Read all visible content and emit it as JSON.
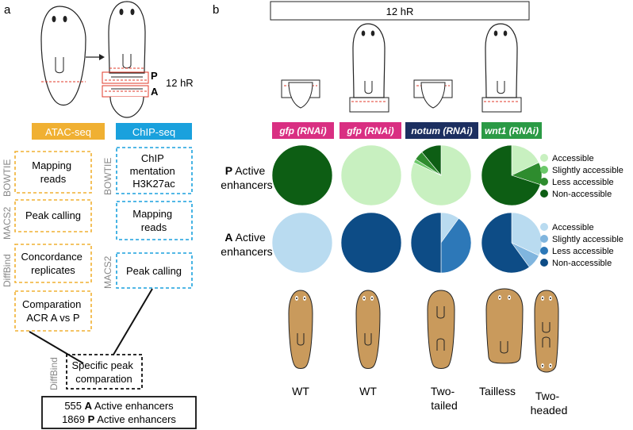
{
  "panel_a": {
    "label": "a",
    "time": "12 hR",
    "cut_labels": [
      "P",
      "A"
    ],
    "atac": {
      "title": "ATAC-seq",
      "color": "#f0b032",
      "tools": [
        "BOWTIE",
        "MACS2",
        "DiffBind"
      ],
      "steps": [
        [
          "Mapping",
          "reads"
        ],
        [
          "Peak calling"
        ],
        [
          "Concordance",
          "replicates"
        ],
        [
          "Comparation",
          "ACR A vs P"
        ]
      ]
    },
    "chip": {
      "title": "ChIP-seq",
      "color": "#1aa1dd",
      "tools": [
        "BOWTIE",
        "MACS2"
      ],
      "steps": [
        [
          "ChIP",
          "mentation",
          "H3K27ac"
        ],
        [
          "Mapping",
          "reads"
        ],
        [
          "Peak calling"
        ]
      ]
    },
    "final": {
      "tool": "DiffBind",
      "step": [
        "Specific peak",
        "comparation"
      ],
      "results": [
        {
          "number": "555",
          "bold": "A",
          "rest": "Active enhancers"
        },
        {
          "number": "1869",
          "bold": "P",
          "rest": "Active enhancers"
        }
      ]
    }
  },
  "panel_b": {
    "label": "b",
    "time": "12 hR",
    "conditions": [
      {
        "gene": "gfp",
        "suffix": "(RNAi)",
        "color": "#d92f82",
        "fragment": "tail"
      },
      {
        "gene": "gfp",
        "suffix": "(RNAi)",
        "color": "#d92f82",
        "fragment": "head"
      },
      {
        "gene": "notum",
        "suffix": "(RNAi)",
        "color": "#1c2f60",
        "fragment": "tail"
      },
      {
        "gene": "wnt1",
        "suffix": "(RNAi)",
        "color": "#2a9a45",
        "fragment": "head"
      }
    ],
    "rows": [
      {
        "bold": "P",
        "label_line1": "Active",
        "label_line2": "enhancers",
        "colors": [
          "#c8f0c0",
          "#6cc86a",
          "#2e8c2e",
          "#0d5e14"
        ],
        "legend": [
          "Accessible",
          "Slightly accessible",
          "Less accessible",
          "Non-accessible"
        ],
        "pies": [
          [
            0,
            0,
            0,
            100
          ],
          [
            100,
            0,
            0,
            0
          ],
          [
            82,
            2,
            5,
            11
          ],
          [
            18,
            0,
            12,
            70
          ]
        ]
      },
      {
        "bold": "A",
        "label_line1": "Active",
        "label_line2": "enhancers",
        "colors": [
          "#b9dbf0",
          "#80b5de",
          "#2d78b8",
          "#0d4c86"
        ],
        "legend": [
          "Accessible",
          "Slightly accessible",
          "Less accessible",
          "Non-accessible"
        ],
        "pies": [
          [
            100,
            0,
            0,
            0
          ],
          [
            0,
            0,
            0,
            100
          ],
          [
            10,
            0,
            40,
            50
          ],
          [
            32,
            8,
            0,
            60
          ]
        ]
      }
    ],
    "phenotypes": [
      "WT",
      "WT",
      "Two-tailed",
      "Tailless",
      "Two-headed"
    ],
    "phenotype_lines": [
      [
        "WT"
      ],
      [
        "WT"
      ],
      [
        "Two-",
        "tailed"
      ],
      [
        "Tailless"
      ],
      [
        "Two-",
        "headed"
      ]
    ],
    "worm_color": "#c99a5c"
  }
}
